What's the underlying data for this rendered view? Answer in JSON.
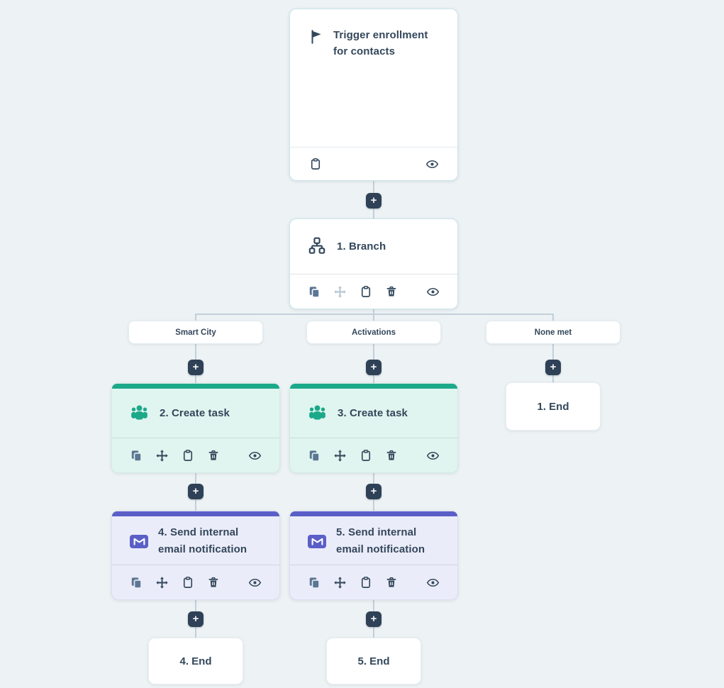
{
  "ui": {
    "plus": "+"
  },
  "colors": {
    "background": "#edf2f4",
    "text_navy": "#33475b",
    "connector": "#c3d0da",
    "plus_button": "#2e4156",
    "green_accent": "#1ca98a",
    "green_body": "#e0f5ef",
    "purple_accent": "#5a5fc7",
    "purple_body": "#ebecf9",
    "card_border": "#cde6ee"
  },
  "icons": {
    "trigger": "flag-icon",
    "branch": "sitemap-icon",
    "create_task": "people-icon",
    "email": "envelope-icon",
    "trigger_toolbar": [
      "clipboard-icon",
      "eye-icon"
    ],
    "step_toolbar": [
      "duplicate-icon",
      "move-icon",
      "clipboard-icon",
      "trash-icon",
      "eye-icon"
    ]
  },
  "workflow": {
    "trigger": {
      "title": "Trigger enrollment for contacts"
    },
    "branch": {
      "title": "1. Branch"
    },
    "branch_labels": [
      {
        "label": "Smart City"
      },
      {
        "label": "Activations"
      },
      {
        "label": "None met"
      }
    ],
    "steps": {
      "create_task_2": {
        "title": "2. Create task"
      },
      "create_task_3": {
        "title": "3. Create task"
      },
      "email_4": {
        "title": "4. Send internal email notification"
      },
      "email_5": {
        "title": "5. Send internal email notification"
      }
    },
    "ends": {
      "end_1": {
        "title": "1. End"
      },
      "end_4": {
        "title": "4. End"
      },
      "end_5": {
        "title": "5. End"
      }
    }
  }
}
